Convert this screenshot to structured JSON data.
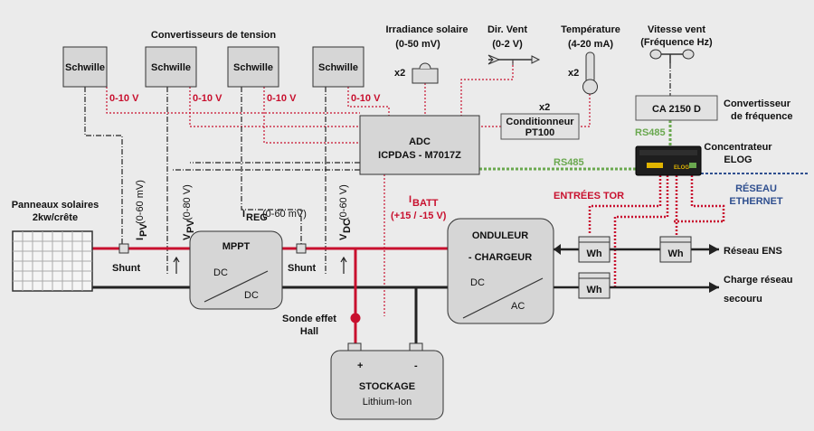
{
  "converters": {
    "title": "Convertisseurs de tension",
    "box_label": "Schwille",
    "range_label": "0-10 V"
  },
  "sensors": {
    "irradiance": "Irradiance solaire",
    "irradiance_range": "(0-50 mV)",
    "wind_dir": "Dir. Vent",
    "wind_dir_range": "(0-2 V)",
    "temperature": "Température",
    "temperature_range": "(4-20 mA)",
    "wind_speed": "Vitesse vent",
    "wind_speed_range": "(Fréquence Hz)",
    "multiplier": "x2"
  },
  "conditioner": {
    "line1": "Conditionneur",
    "line2": "PT100",
    "multiplier": "x2"
  },
  "freq_converter": {
    "box_label": "CA 2150 D",
    "caption1": "Convertisseur",
    "caption2": "de fréquence"
  },
  "adc": {
    "line1": "ADC",
    "line2": "ICPDAS - M7017Z"
  },
  "concentrator": {
    "caption1": "Concentrateur",
    "caption2": "ELOG",
    "device_text": "ELOG"
  },
  "links": {
    "rs485_top": "RS485",
    "rs485_main": "RS485",
    "network1": "RÉSEAU",
    "network2": "ETHERNET",
    "tor_inputs": "ENTRÉES TOR"
  },
  "panels": {
    "line1": "Panneaux solaires",
    "line2": "2kw/crête"
  },
  "measures": {
    "ipv_sym": "I",
    "ipv_sub": "PV",
    "ipv_range": "(0-60 mV)",
    "vpv_sym": "V",
    "vpv_sub": "PV",
    "vpv_range": "(0-80 V)",
    "ireg_sym": "I",
    "ireg_sub": "REG",
    "ireg_range": "(0-60 mV)",
    "vdc_sym": "V",
    "vdc_sub": "DC",
    "vdc_range": "(0-60 V)",
    "ibatt_sym": "I",
    "ibatt_sub": "BATT",
    "ibatt_range": "(+15 / -15 V)"
  },
  "shunt": "Shunt",
  "mppt": {
    "title": "MPPT",
    "in": "DC",
    "out": "DC"
  },
  "hall": {
    "line1": "Sonde effet",
    "line2": "Hall"
  },
  "storage": {
    "plus": "+",
    "minus": "-",
    "title": "STOCKAGE",
    "subtitle": "Lithium-Ion"
  },
  "inverter": {
    "line1": "ONDULEUR",
    "line2": "- CHARGEUR",
    "in": "DC",
    "out": "AC"
  },
  "meters": {
    "label": "Wh"
  },
  "outputs": {
    "grid": "Réseau ENS",
    "backup1": "Charge réseau",
    "backup2": "secouru"
  },
  "colors": {
    "power_red": "#c8102e",
    "signal_red": "#c8102e",
    "rs485_green": "#6aa84f",
    "ethernet_blue": "#2f4f8f",
    "background": "#ebebeb"
  }
}
